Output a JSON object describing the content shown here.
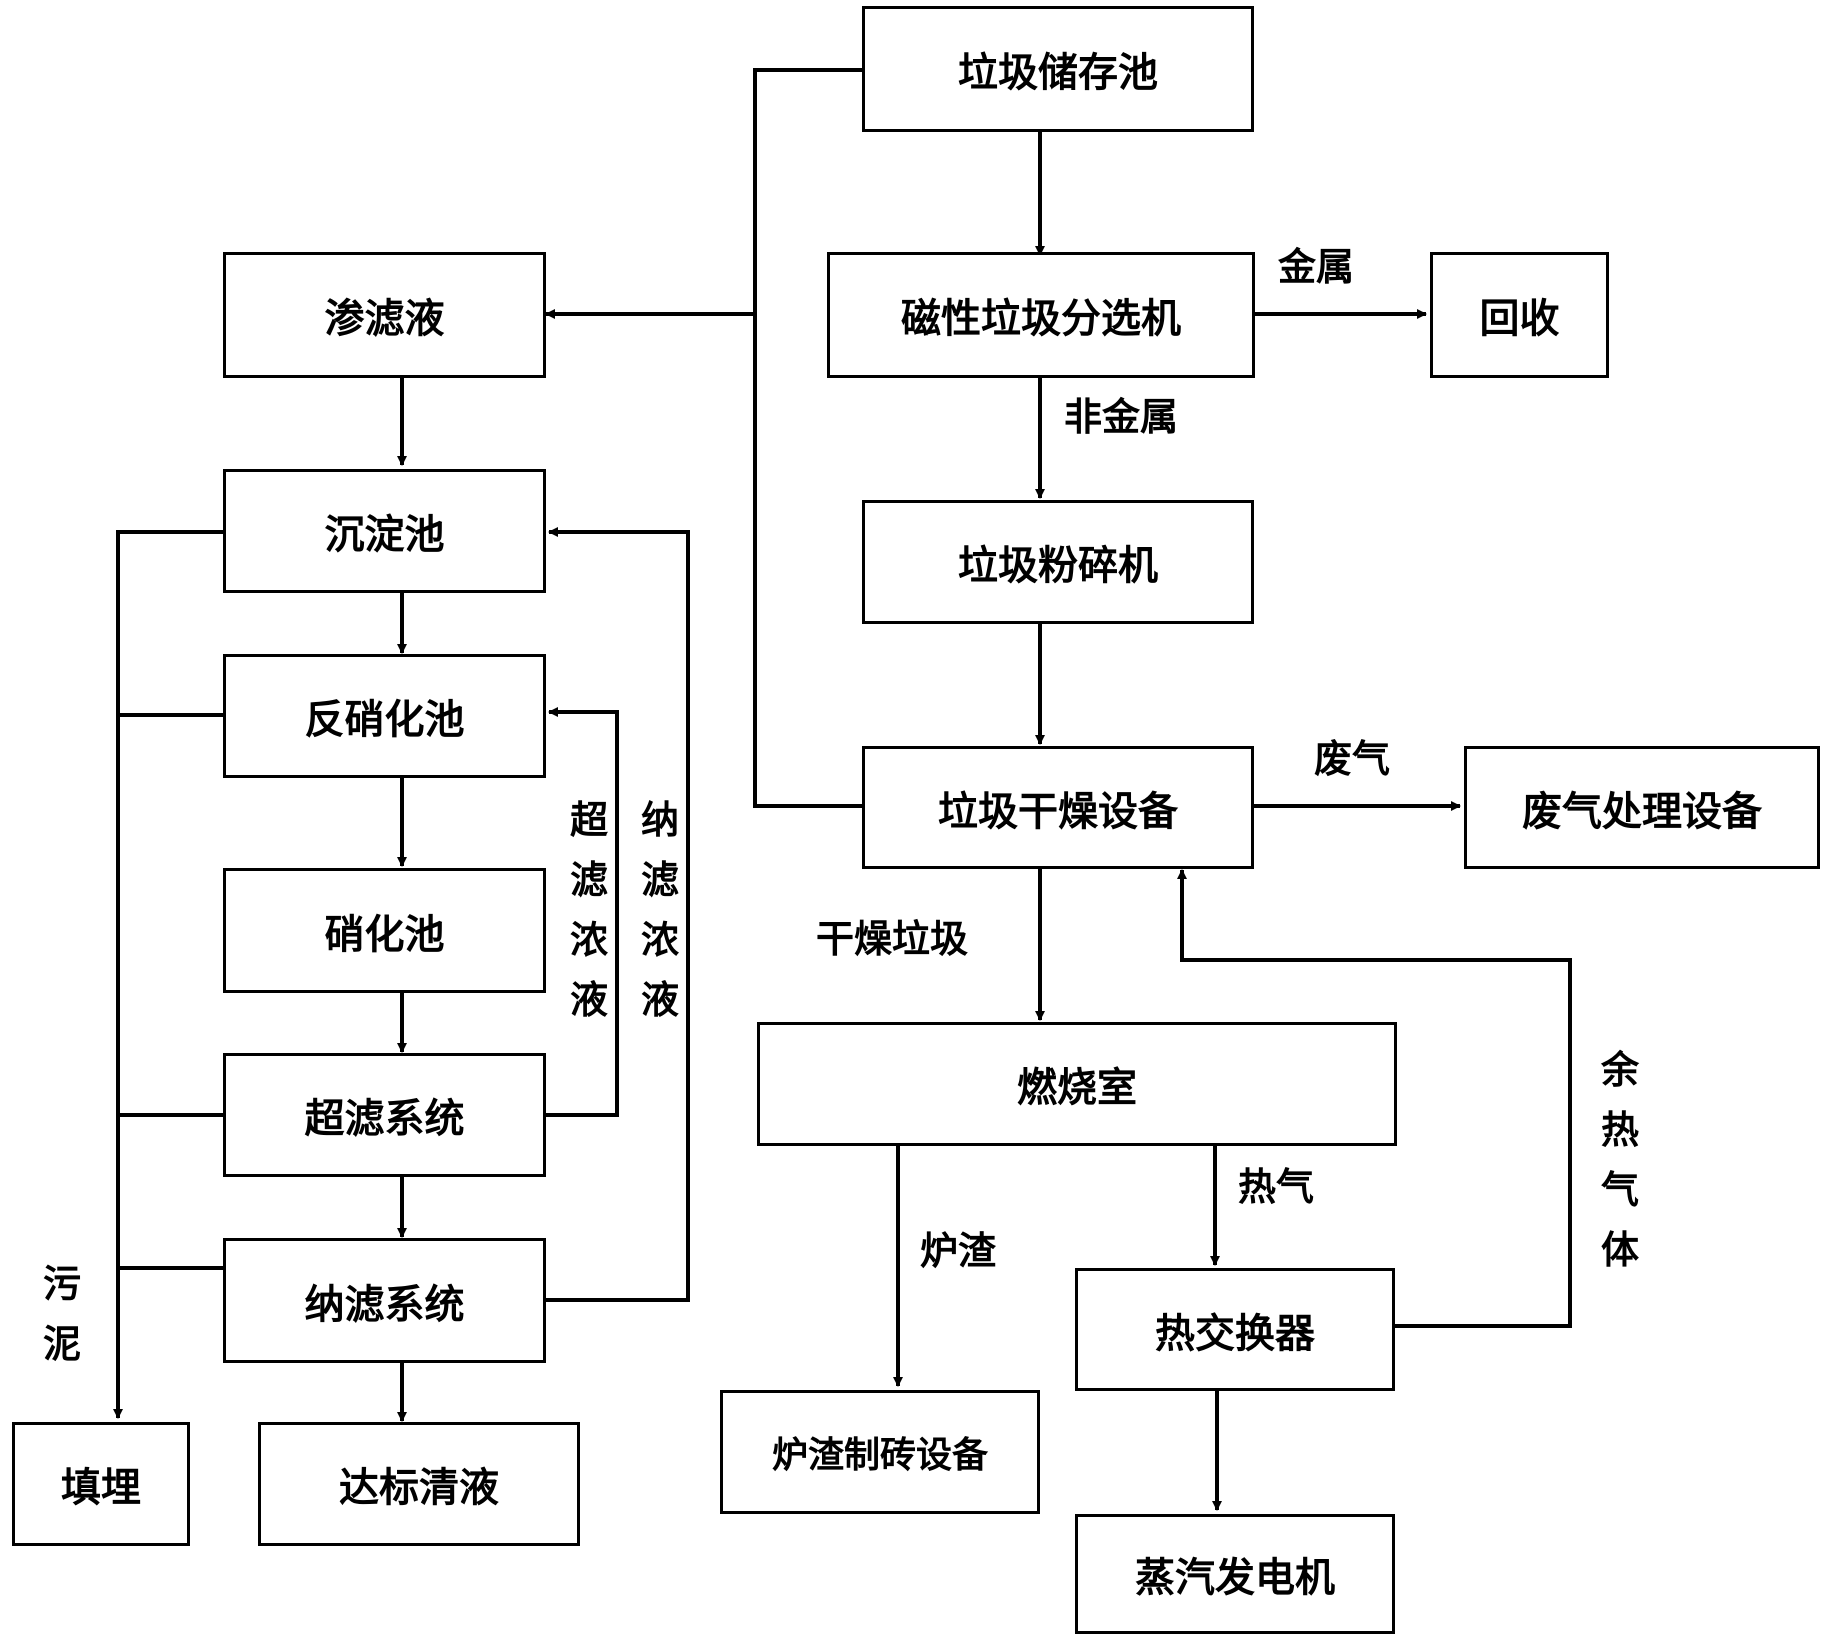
{
  "nodes": {
    "storage": "垃圾储存池",
    "magnetic": "磁性垃圾分选机",
    "recycle": "回收",
    "leachate": "渗滤液",
    "crusher": "垃圾粉碎机",
    "sedimentation": "沉淀池",
    "denitrification": "反硝化池",
    "dryer": "垃圾干燥设备",
    "exhaust_treatment": "废气处理设备",
    "nitrification": "硝化池",
    "ultrafiltration": "超滤系统",
    "combustion": "燃烧室",
    "nanofiltration": "纳滤系统",
    "heat_exchanger": "热交换器",
    "landfill": "填埋",
    "clean_liquid": "达标清液",
    "brick": "炉渣制砖设备",
    "generator": "蒸汽发电机"
  },
  "labels": {
    "metal": "金属",
    "non_metal": "非金属",
    "exhaust": "废气",
    "dried_waste": "干燥垃圾",
    "slag": "炉渣",
    "hot_gas": "热气",
    "waste_heat_gas": "余热气体",
    "uf_concentrate": "超滤浓液",
    "nf_concentrate": "纳滤浓液",
    "sludge": "污泥"
  }
}
